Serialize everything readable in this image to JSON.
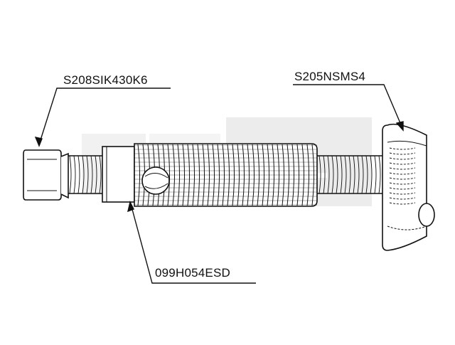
{
  "drawing": {
    "callouts": [
      {
        "id": "screw",
        "text": "S208SIK430K6"
      },
      {
        "id": "nut",
        "text": "S205NSMS4"
      },
      {
        "id": "sleeve",
        "text": "099H054ESD"
      }
    ],
    "colors": {
      "line": "#111111",
      "watermark": "#e9e9e9",
      "background": "#ffffff"
    }
  }
}
